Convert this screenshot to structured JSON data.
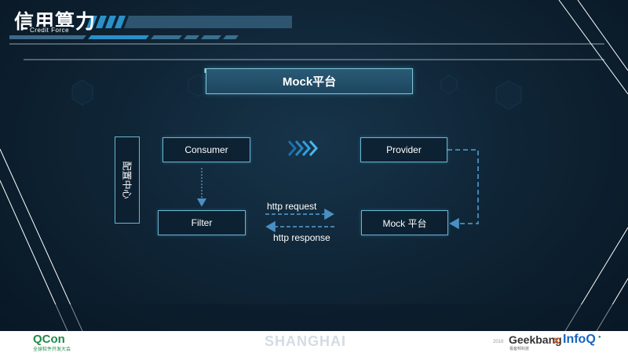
{
  "header": {
    "logo_text": "信用算力",
    "logo_subtext": "Credit Force"
  },
  "title": "Mock平台",
  "diagram": {
    "side_node": "配置中心",
    "nodes": {
      "consumer": "Consumer",
      "provider": "Provider",
      "filter": "Filter",
      "mock": "Mock 平台"
    },
    "edges": {
      "request": "http request",
      "response": "http response"
    }
  },
  "footer": {
    "qcon": "QCon",
    "qcon_sub": "全球软件开发大会",
    "city": "SHANGHAI",
    "geek_prefix": "2018",
    "geekbang": "Geekbang",
    "geekbang_x": "x",
    "geekbang_sub": "极客邦科技",
    "infoq": "InfoQ",
    "infoq_mark": "●"
  },
  "colors": {
    "accent": "#5fb6d6",
    "arrow": "#4a8fc4",
    "chevron": "#3aa0e0",
    "footer_green": "#1f8a4a",
    "footer_blue": "#1565c0"
  }
}
